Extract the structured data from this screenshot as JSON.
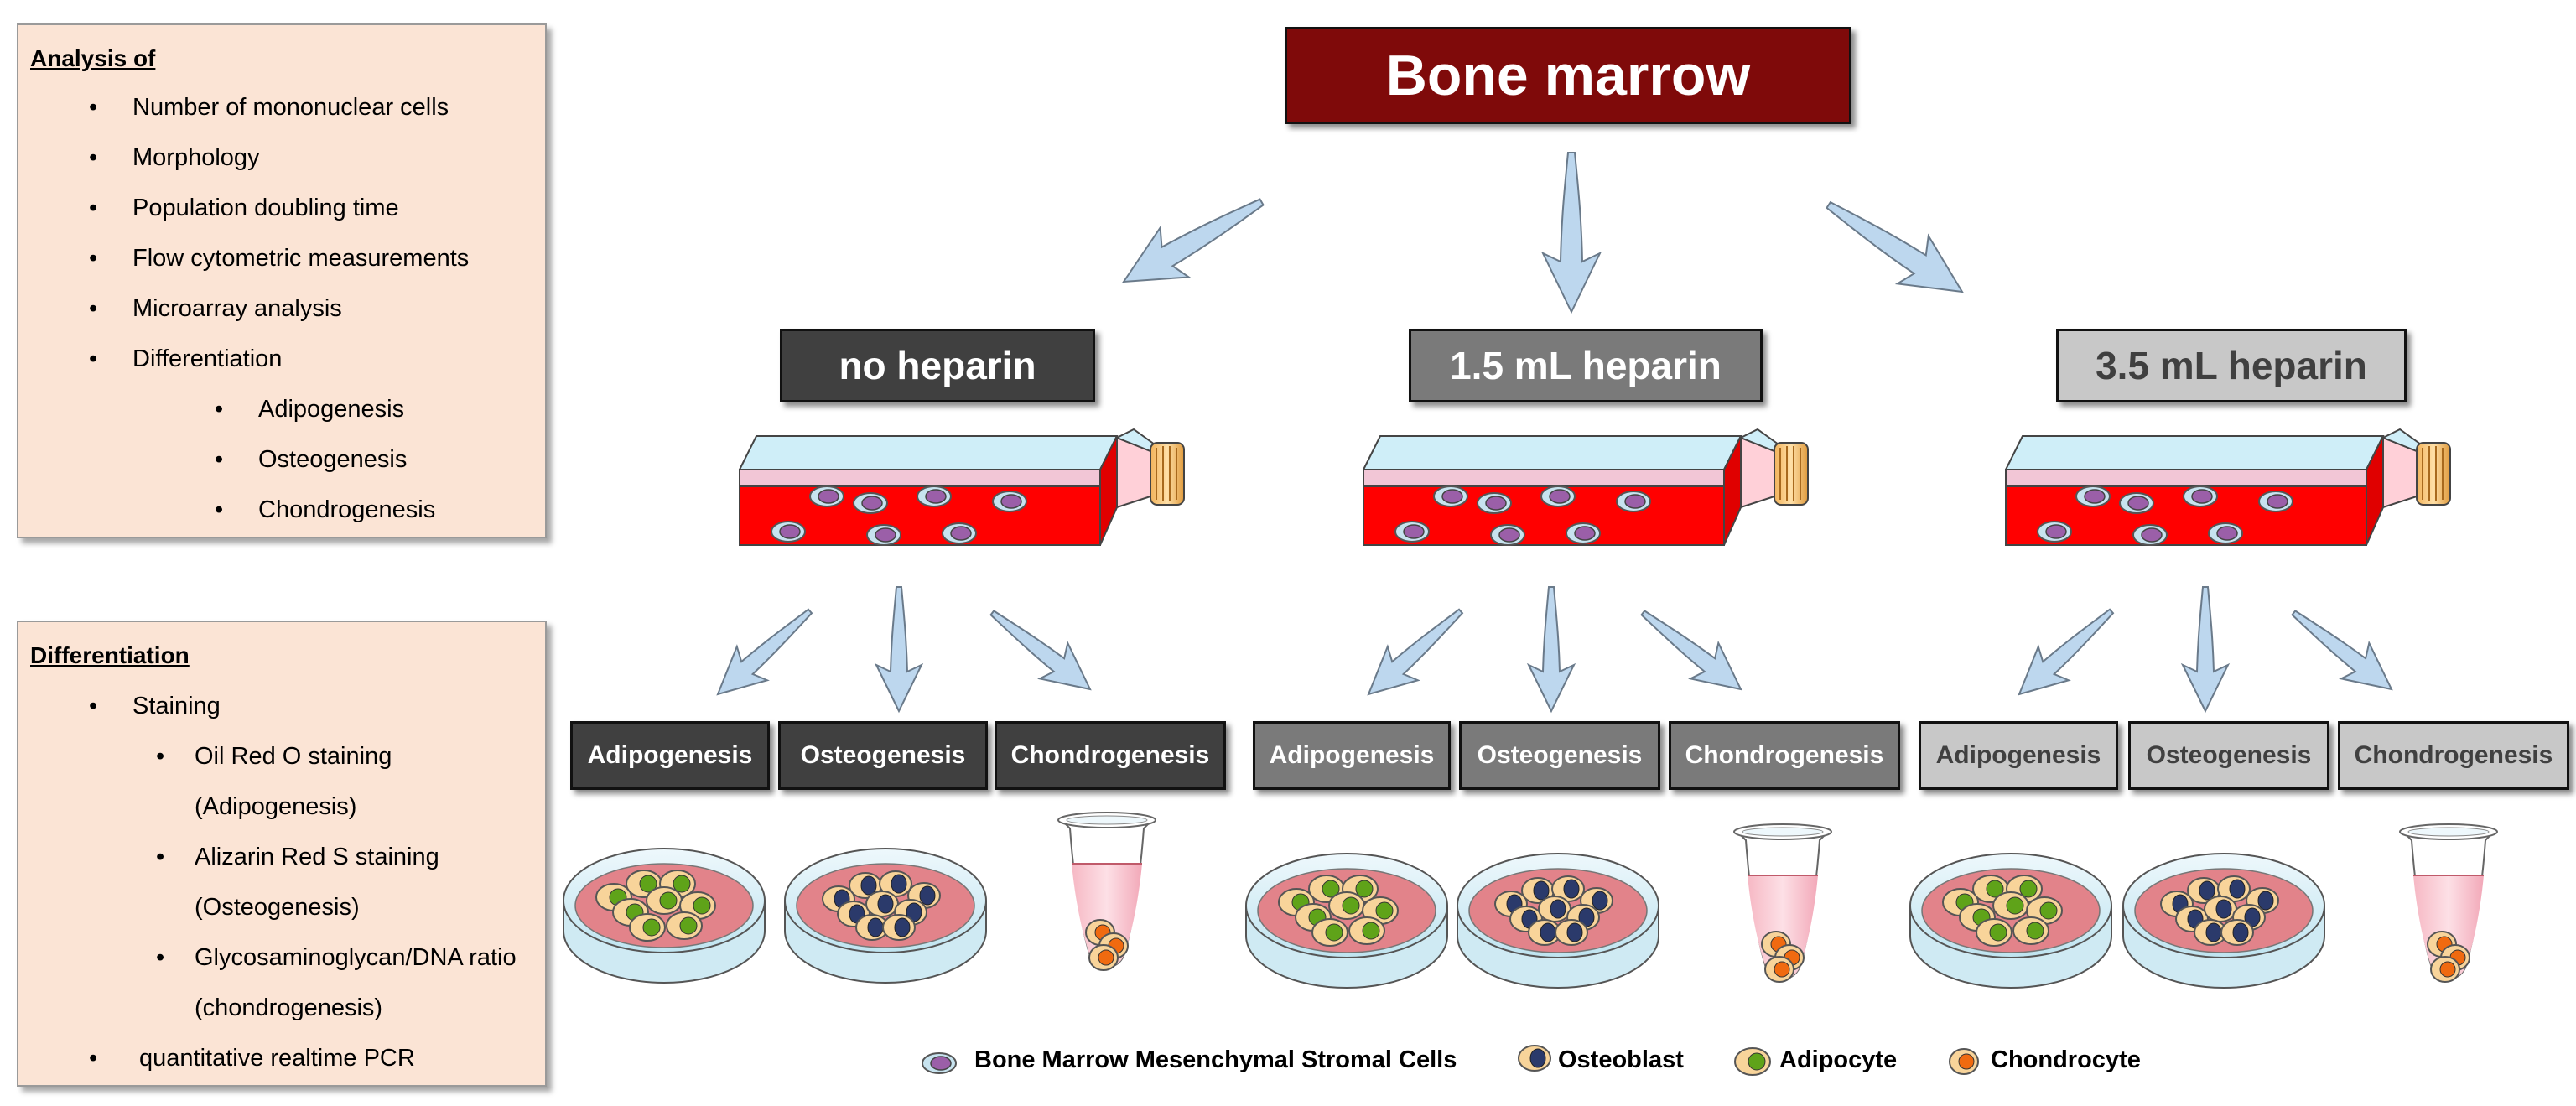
{
  "title": "Bone marrow",
  "analysis_panel": {
    "heading": "Analysis of",
    "items": [
      "Number of mononuclear cells",
      "Morphology",
      "Population doubling time",
      "Flow cytometric measurements",
      "Microarray analysis",
      "Differentiation"
    ],
    "sub_items": [
      "Adipogenesis",
      "Osteogenesis",
      "Chondrogenesis"
    ]
  },
  "differentiation_panel": {
    "heading": "Differentiation",
    "item1": "Staining",
    "sub": [
      {
        "line1": "Oil Red O staining",
        "line2": "(Adipogenesis)"
      },
      {
        "line1": "Alizarin Red S staining",
        "line2": "(Osteogenesis)"
      },
      {
        "line1": "Glycosaminoglycan/DNA ratio",
        "line2": "(chondrogenesis)"
      }
    ],
    "item2": "quantitative realtime PCR"
  },
  "groups": [
    {
      "label": "no heparin",
      "adipo": "Adipogenesis",
      "osteo": "Osteogenesis",
      "chondro": "Chondrogenesis"
    },
    {
      "label": "1.5 mL heparin",
      "adipo": "Adipogenesis",
      "osteo": "Osteogenesis",
      "chondro": "Chondrogenesis"
    },
    {
      "label": "3.5 mL heparin",
      "adipo": "Adipogenesis",
      "osteo": "Osteogenesis",
      "chondro": "Chondrogenesis"
    }
  ],
  "legend": {
    "msc": "Bone Marrow Mesenchymal Stromal Cells",
    "osteoblast": "Osteoblast",
    "adipocyte": "Adipocyte",
    "chondrocyte": "Chondrocyte"
  },
  "colors": {
    "title_bg": "#7f0a0a",
    "group1_bg": "#404040",
    "group2_bg": "#7a7a7a",
    "group3_bg": "#c8c8c8",
    "panel_bg": "#fbe4d5",
    "arrow_fill": "#bdd7ee",
    "flask_medium": "#ff0000"
  }
}
